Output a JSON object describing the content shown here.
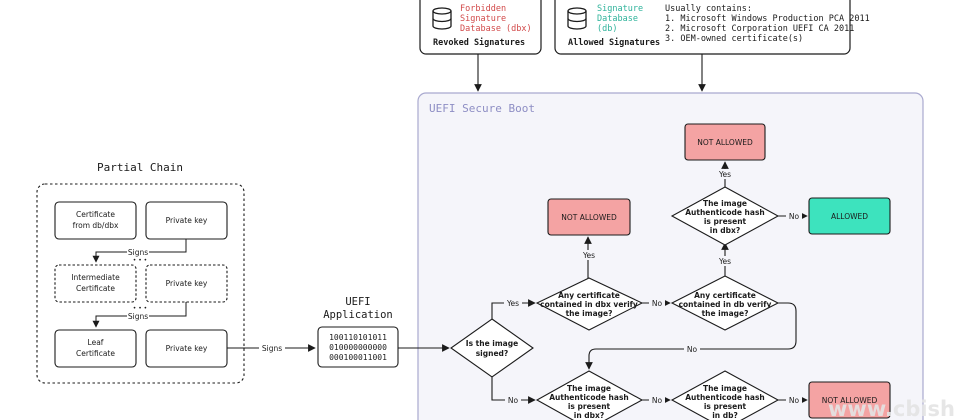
{
  "colors": {
    "dbx_red": "#d24a4a",
    "db_teal": "#2fb39b",
    "not_allowed_fill": "#f4a3a3",
    "allowed_fill": "#3de3be",
    "secure_boot_fill": "#f5f5fa",
    "secure_boot_border": "#a9a9cf",
    "secure_boot_title": "#8e8ec4",
    "line": "#1b1b1b",
    "watermark": "#e3e3e3"
  },
  "dbx_box": {
    "icon": "database-icon",
    "name_lines": [
      "Forbidden",
      "Signature",
      "Database (dbx)"
    ],
    "caption": "Revoked Signatures"
  },
  "db_box": {
    "icon": "database-icon",
    "name_lines": [
      "Signature",
      "Database",
      "(db)"
    ],
    "caption": "Allowed Signatures",
    "usually_title": "Usually contains:",
    "usually_items": [
      "1. Microsoft Windows Production PCA 2011",
      "2. Microsoft Corporation UEFI CA 2011",
      "3. OEM-owned certificate(s)"
    ]
  },
  "partial_chain": {
    "title": "Partial Chain",
    "rows": [
      {
        "cert_lines": [
          "Certificate",
          "from db/dbx"
        ],
        "key": "Private key"
      },
      {
        "cert_lines": [
          "Intermediate",
          "Certificate"
        ],
        "key": "Private key"
      },
      {
        "cert_lines": [
          "Leaf",
          "Certificate"
        ],
        "key": "Private key"
      }
    ],
    "signs_label": "Signs",
    "dots": "• • •",
    "signs_out_label": "Signs"
  },
  "uefi_app": {
    "title_lines": [
      "UEFI",
      "Application"
    ],
    "binary_lines": [
      "100110101011",
      "010000000000",
      "000100011001"
    ]
  },
  "secure_boot": {
    "title": "UEFI Secure Boot",
    "d_signed": [
      "Is the image",
      "signed?"
    ],
    "d_dbx_verify": [
      "Any certificate",
      "contained in dbx  verify",
      "the image?"
    ],
    "d_db_verify": [
      "Any certificate",
      "contained in db  verify",
      "the image?"
    ],
    "d_hash_dbx_top": [
      "The image",
      "Authenticode hash",
      "is present",
      "in dbx?"
    ],
    "d_hash_dbx_bottom": [
      "The image",
      "Authenticode hash",
      "is present",
      "in dbx?"
    ],
    "d_hash_db_bottom": [
      "The image",
      "Authenticode hash",
      "is present",
      "in db?"
    ],
    "na_top": "NOT ALLOWED",
    "na_left": "NOT ALLOWED",
    "na_bottom": "NOT ALLOWED",
    "allowed": "ALLOWED",
    "yes": "Yes",
    "no": "No"
  },
  "watermark": "www.cbish"
}
